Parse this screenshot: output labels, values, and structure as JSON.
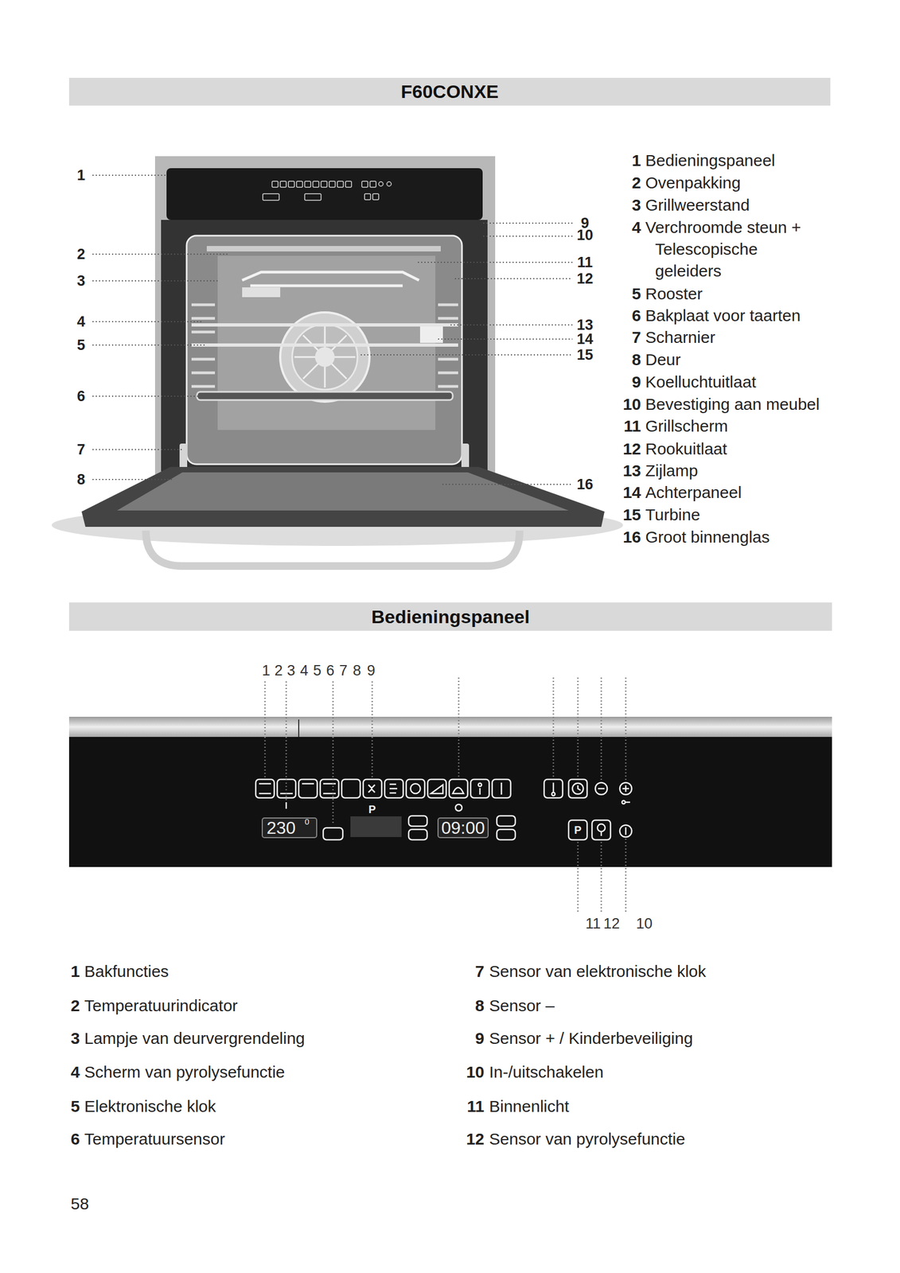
{
  "diagram": {
    "nodes": [
      {
        "text": [
          "F60CONXE"
        ]
      },
      {
        "text": [
          "Bedieningspaneel"
        ]
      }
    ],
    "labels": [
      "1",
      "2",
      "3",
      "4",
      "5",
      "6",
      "7",
      "8",
      "9",
      "10",
      "11",
      "12",
      "13",
      "14",
      "15",
      "16",
      "1",
      "Bedieningspaneel",
      "2",
      "Ovenpakking",
      "3",
      "Grillweerstand",
      "4",
      "Verchroomde steun + Telescopische geleiders",
      "5",
      "Rooster",
      "6",
      "Bakplaat voor taarten",
      "7",
      "Scharnier",
      "8",
      "Deur",
      "9",
      "Koelluchtuitlaat",
      "10",
      "Bevestiging aan meubel",
      "11",
      "Grillscherm",
      "12",
      "Rookuitlaat",
      "13",
      "Zijlamp",
      "14",
      "Achterpaneel",
      "15",
      "Turbine",
      "16",
      "Groot binnenglas",
      "230",
      "0",
      "09:00",
      "P",
      "P",
      "1",
      "2",
      "3",
      "4",
      "5",
      "6",
      "7",
      "8",
      "9",
      "11",
      "12",
      "10",
      "1",
      "Bakfuncties",
      "2",
      "Temperatuurindicator",
      "3",
      "Lampje van deurvergrendeling",
      "4",
      "Scherm van pyrolysefunctie",
      "5",
      "Elektronische klok",
      "6",
      "Temperatuursensor",
      "7",
      "Sensor van elektronische klok",
      "8",
      "Sensor –",
      "9",
      "Sensor + / Kinderbeveiliging",
      "10",
      "In-/uitschakelen",
      "11",
      "Binnenlicht",
      "12",
      "Sensor van pyrolysefunctie",
      "58"
    ]
  }
}
